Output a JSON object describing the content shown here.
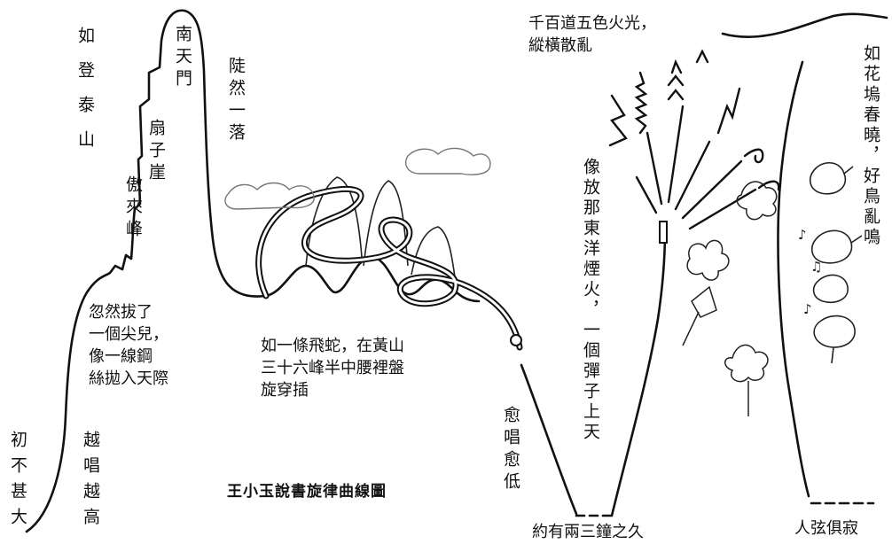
{
  "title": "王小玉說書旋律曲線圖",
  "labels": {
    "chu_bu_shen_da": "初不甚大",
    "yue_chang_yue_gao": "越唱越高",
    "hu_ran": "忽然拔了\n一個尖兒，\n像一線鋼\n絲拋入天際",
    "ru_deng_tai_shan": "如登泰山",
    "ao_lai_feng": "傲來峰",
    "shan_zi_ya": "扇子崖",
    "nan_tian_men": "南天門",
    "dou_ran_yi_luo": "陡然一落",
    "fei_she": "如一條飛蛇，在黃山\n三十六峰半中腰裡盤\n旋穿插",
    "yu_chang_yu_di": "愈唱愈低",
    "yue_you": "約有兩三鐘之久",
    "yan_huo": "像放那東洋煙火，一個彈子上天",
    "huo_guang": "千百道五色火光，\n縱橫散亂",
    "ru_hua_wu": "如花塢春曉，好鳥亂鳴",
    "ren_xian": "人弦俱寂"
  }
}
